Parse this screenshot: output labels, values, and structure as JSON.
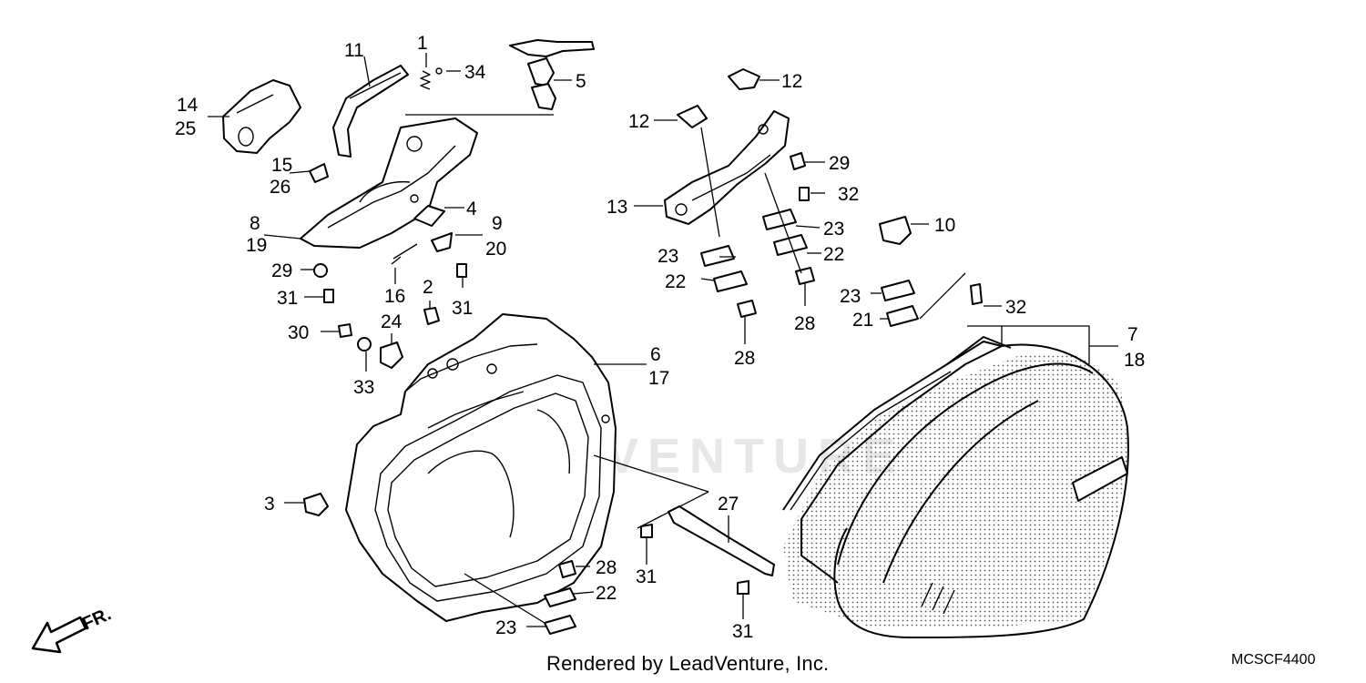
{
  "watermark": "LEADVENTURE",
  "footer": {
    "credit": "Rendered by LeadVenture, Inc.",
    "code": "MCSCF4400"
  },
  "direction": {
    "label": "FR."
  },
  "labels": [
    {
      "id": "lbl-1",
      "text": "1"
    },
    {
      "id": "lbl-34",
      "text": "34"
    },
    {
      "id": "lbl-5",
      "text": "5"
    },
    {
      "id": "lbl-11",
      "text": "11"
    },
    {
      "id": "lbl-14",
      "text": "14"
    },
    {
      "id": "lbl-25",
      "text": "25"
    },
    {
      "id": "lbl-15",
      "text": "15"
    },
    {
      "id": "lbl-26",
      "text": "26"
    },
    {
      "id": "lbl-4",
      "text": "4"
    },
    {
      "id": "lbl-8",
      "text": "8"
    },
    {
      "id": "lbl-19",
      "text": "19"
    },
    {
      "id": "lbl-9",
      "text": "9"
    },
    {
      "id": "lbl-20",
      "text": "20"
    },
    {
      "id": "lbl-29a",
      "text": "29"
    },
    {
      "id": "lbl-31a",
      "text": "31"
    },
    {
      "id": "lbl-16",
      "text": "16"
    },
    {
      "id": "lbl-2",
      "text": "2"
    },
    {
      "id": "lbl-31b",
      "text": "31"
    },
    {
      "id": "lbl-30",
      "text": "30"
    },
    {
      "id": "lbl-24",
      "text": "24"
    },
    {
      "id": "lbl-33",
      "text": "33"
    },
    {
      "id": "lbl-6",
      "text": "6"
    },
    {
      "id": "lbl-17",
      "text": "17"
    },
    {
      "id": "lbl-3",
      "text": "3"
    },
    {
      "id": "lbl-27",
      "text": "27"
    },
    {
      "id": "lbl-31c",
      "text": "31"
    },
    {
      "id": "lbl-28a",
      "text": "28"
    },
    {
      "id": "lbl-22a",
      "text": "22"
    },
    {
      "id": "lbl-23a",
      "text": "23"
    },
    {
      "id": "lbl-31d",
      "text": "31"
    },
    {
      "id": "lbl-12a",
      "text": "12"
    },
    {
      "id": "lbl-12b",
      "text": "12"
    },
    {
      "id": "lbl-13",
      "text": "13"
    },
    {
      "id": "lbl-29b",
      "text": "29"
    },
    {
      "id": "lbl-32a",
      "text": "32"
    },
    {
      "id": "lbl-23b",
      "text": "23"
    },
    {
      "id": "lbl-22b",
      "text": "22"
    },
    {
      "id": "lbl-23c",
      "text": "23"
    },
    {
      "id": "lbl-22c",
      "text": "22"
    },
    {
      "id": "lbl-28b",
      "text": "28"
    },
    {
      "id": "lbl-28c",
      "text": "28"
    },
    {
      "id": "lbl-10",
      "text": "10"
    },
    {
      "id": "lbl-23d",
      "text": "23"
    },
    {
      "id": "lbl-32b",
      "text": "32"
    },
    {
      "id": "lbl-21",
      "text": "21"
    },
    {
      "id": "lbl-7",
      "text": "7"
    },
    {
      "id": "lbl-18",
      "text": "18"
    }
  ]
}
